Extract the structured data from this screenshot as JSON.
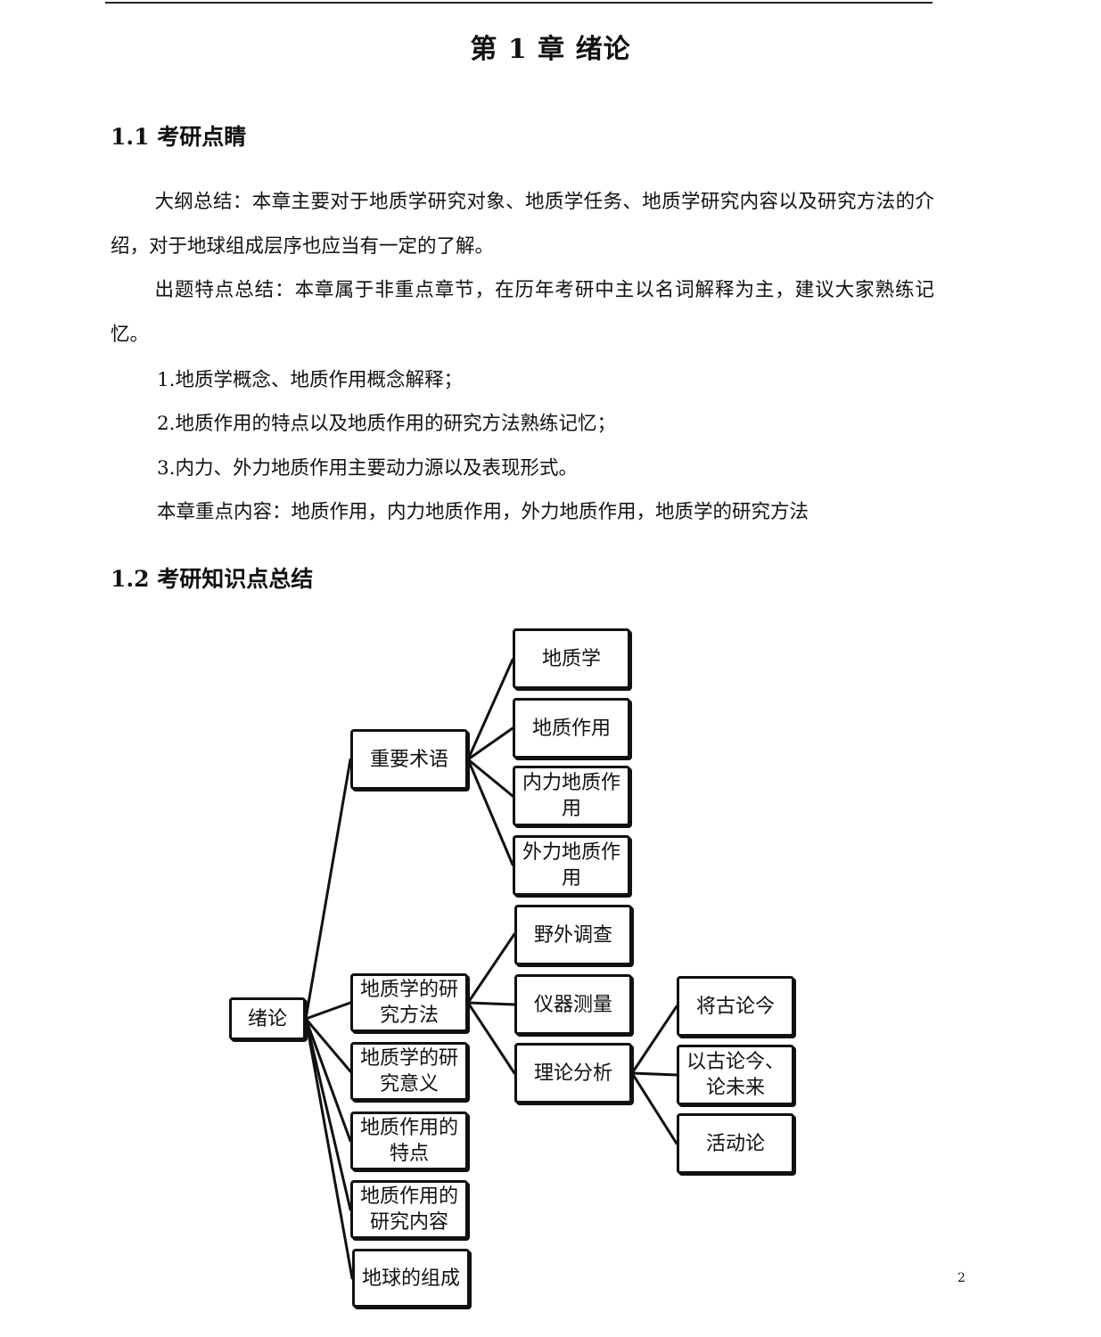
{
  "chapter_title": "第 1 章  绪论",
  "sections": [
    {
      "title": "1.1  考研点睛"
    },
    {
      "title": "1.2 考研知识点总结"
    }
  ],
  "paragraphs": [
    "大纲总结：本章主要对于地质学研究对象、地质学任务、地质学研究内容以及研究方法的介绍，对于地球组成层序也应当有一定的了解。",
    "出题特点总结：本章属于非重点章节，在历年考研中主以名词解释为主，建议大家熟练记忆。"
  ],
  "list_items": [
    "1.地质学概念、地质作用概念解释；",
    "2.地质作用的特点以及地质作用的研究方法熟练记忆；",
    "3.内力、外力地质作用主要动力源以及表现形式。"
  ],
  "key_content": "本章重点内容：地质作用，内力地质作用，外力地质作用，地质学的研究方法",
  "mindmap": {
    "root": "绪论",
    "level1": [
      "重要术语",
      "地质学的研究方法",
      "地质学的研究意义",
      "地质作用的特点",
      "地质作用的研究内容",
      "地球的组成"
    ],
    "terms": [
      "地质学",
      "地质作用",
      "内力地质作用",
      "外力地质作用"
    ],
    "methods": [
      "野外调查",
      "仪器测量",
      "理论分析"
    ],
    "theory": [
      "将古论今",
      "以古论今、论未来",
      "活动论"
    ]
  },
  "page_number": "2"
}
